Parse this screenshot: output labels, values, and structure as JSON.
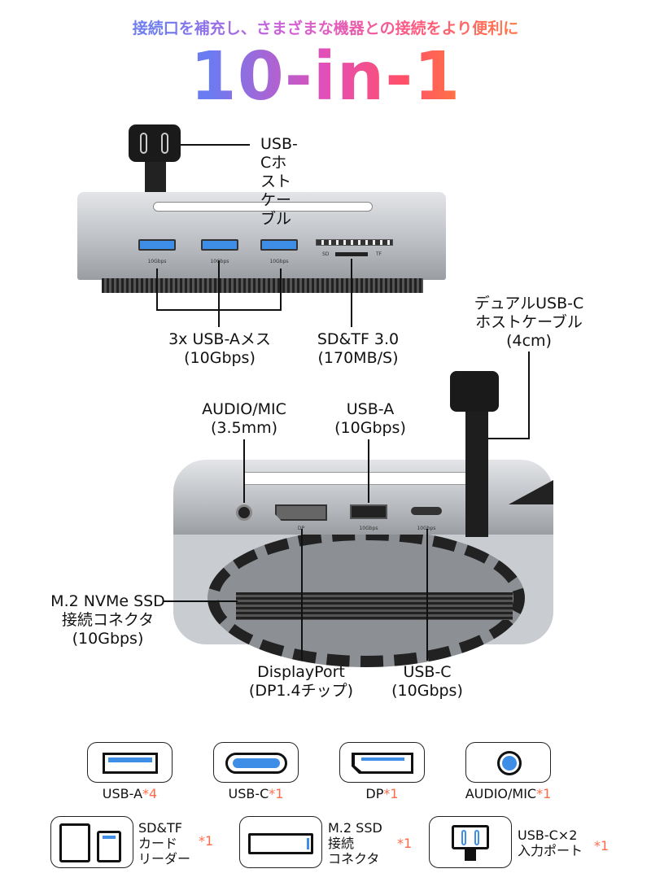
{
  "header": {
    "subtitle": "接続口を補充し、さまざまな機器との接続をより便利に",
    "title": "10-in-1"
  },
  "top_device": {
    "cable_label": "USB-Cホストケーブル",
    "port_speed": "10Gbps",
    "sd_label": "SD",
    "tf_label": "TF",
    "usba_label": [
      "3x USB-Aメス",
      "(10Gbps)"
    ],
    "sdtf_label": [
      "SD&TF 3.0",
      "(170MB/S)"
    ]
  },
  "bottom_device": {
    "dual_cable_label": [
      "デュアルUSB-C",
      "ホストケーブル",
      "(4cm)"
    ],
    "audio_label": [
      "AUDIO/MIC",
      "(3.5mm)"
    ],
    "usba_label": [
      "USB-A",
      "(10Gbps)"
    ],
    "m2_label": [
      "M.2 NVMe SSD",
      "接続コネクタ",
      "(10Gbps)"
    ],
    "dp_label": [
      "DisplayPort",
      "(DP1.4チップ)"
    ],
    "usbc_label": [
      "USB-C",
      "(10Gbps)"
    ],
    "dp_port_text": "DP",
    "speed": "10Gbps"
  },
  "legend": {
    "row1": [
      {
        "name": "USB-A",
        "count": "*4"
      },
      {
        "name": "USB-C",
        "count": "*1"
      },
      {
        "name": "DP",
        "count": "*1"
      },
      {
        "name": "AUDIO/MIC",
        "count": "*1"
      }
    ],
    "row2": [
      {
        "lines": [
          "SD&TF",
          "カード",
          "リーダー"
        ],
        "count": "*1"
      },
      {
        "lines": [
          "M.2 SSD",
          "接続",
          "コネクタ"
        ],
        "count": "*1"
      },
      {
        "lines": [
          "USB-C×2",
          "入力ポート"
        ],
        "count": "*1"
      }
    ]
  },
  "colors": {
    "accent": "#ff6b4a",
    "port_blue": "#3e8ee8"
  }
}
